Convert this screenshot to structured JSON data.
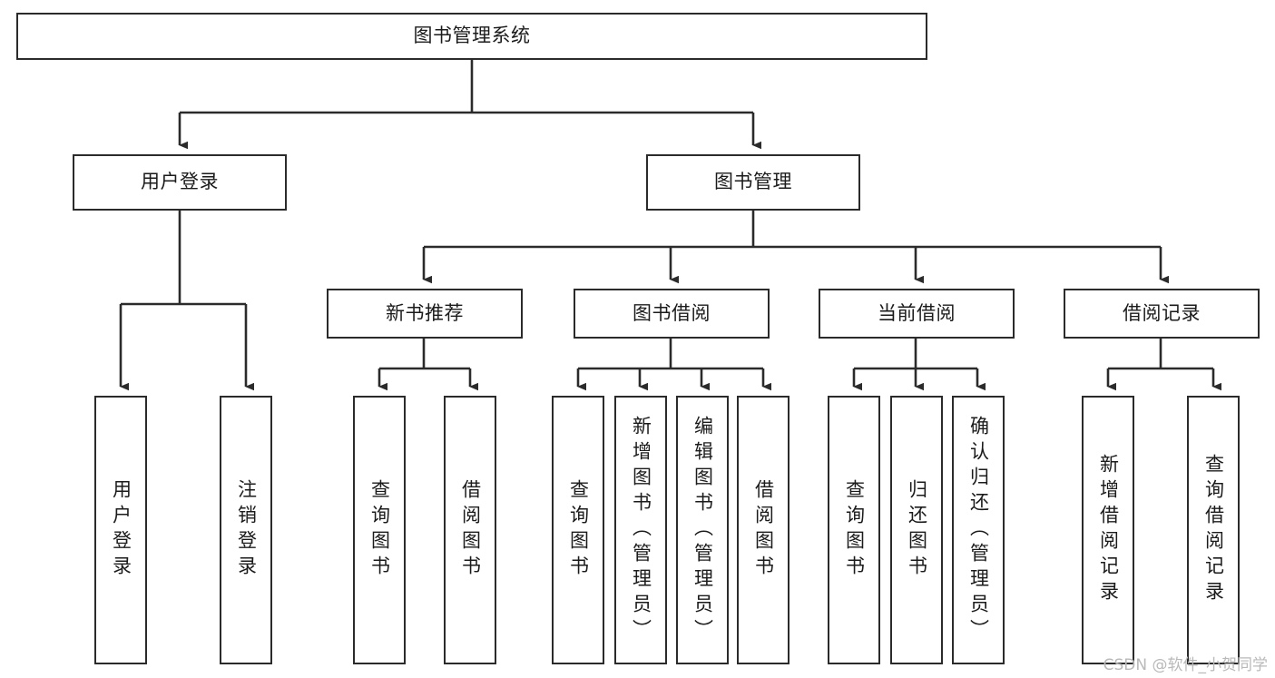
{
  "diagram": {
    "title": "图书管理系统",
    "type": "tree-hierarchy",
    "orientation": "top-down",
    "colors": {
      "node_border": "#2b2b2b",
      "node_fill": "#ffffff",
      "edge": "#2b2b2b",
      "text": "#1b1b1b",
      "watermark": "#b9b9b9",
      "canvas": "#ffffff"
    },
    "watermark": "CSDN @软件_小贺同学"
  },
  "nodes": {
    "root": {
      "label": "图书管理系统"
    },
    "level1": [
      {
        "id": "user-login",
        "label": "用户登录"
      },
      {
        "id": "book-manage",
        "label": "图书管理"
      }
    ],
    "level2": [
      {
        "id": "new-book-recommend",
        "label": "新书推荐"
      },
      {
        "id": "book-borrow",
        "label": "图书借阅"
      },
      {
        "id": "current-borrow",
        "label": "当前借阅"
      },
      {
        "id": "borrow-record",
        "label": "借阅记录"
      }
    ],
    "leaves": {
      "user_login": [
        {
          "id": "leaf-user-login",
          "label": "用户登录"
        },
        {
          "id": "leaf-user-logout",
          "label": "注销登录"
        }
      ],
      "new_book_recommend": [
        {
          "id": "leaf-query-book-1",
          "label": "查询图书"
        },
        {
          "id": "leaf-borrow-book-1",
          "label": "借阅图书"
        }
      ],
      "book_borrow": [
        {
          "id": "leaf-query-book-2",
          "label": "查询图书"
        },
        {
          "id": "leaf-add-book-admin",
          "label": "新增图书（管理员）"
        },
        {
          "id": "leaf-edit-book-admin",
          "label": "编辑图书（管理员）"
        },
        {
          "id": "leaf-borrow-book-2",
          "label": "借阅图书"
        }
      ],
      "current_borrow": [
        {
          "id": "leaf-query-book-3",
          "label": "查询图书"
        },
        {
          "id": "leaf-return-book",
          "label": "归还图书"
        },
        {
          "id": "leaf-confirm-return-admin",
          "label": "确认归还（管理员）"
        }
      ],
      "borrow_record": [
        {
          "id": "leaf-add-borrow-record",
          "label": "新增借阅记录"
        },
        {
          "id": "leaf-query-borrow-record",
          "label": "查询借阅记录"
        }
      ]
    }
  }
}
